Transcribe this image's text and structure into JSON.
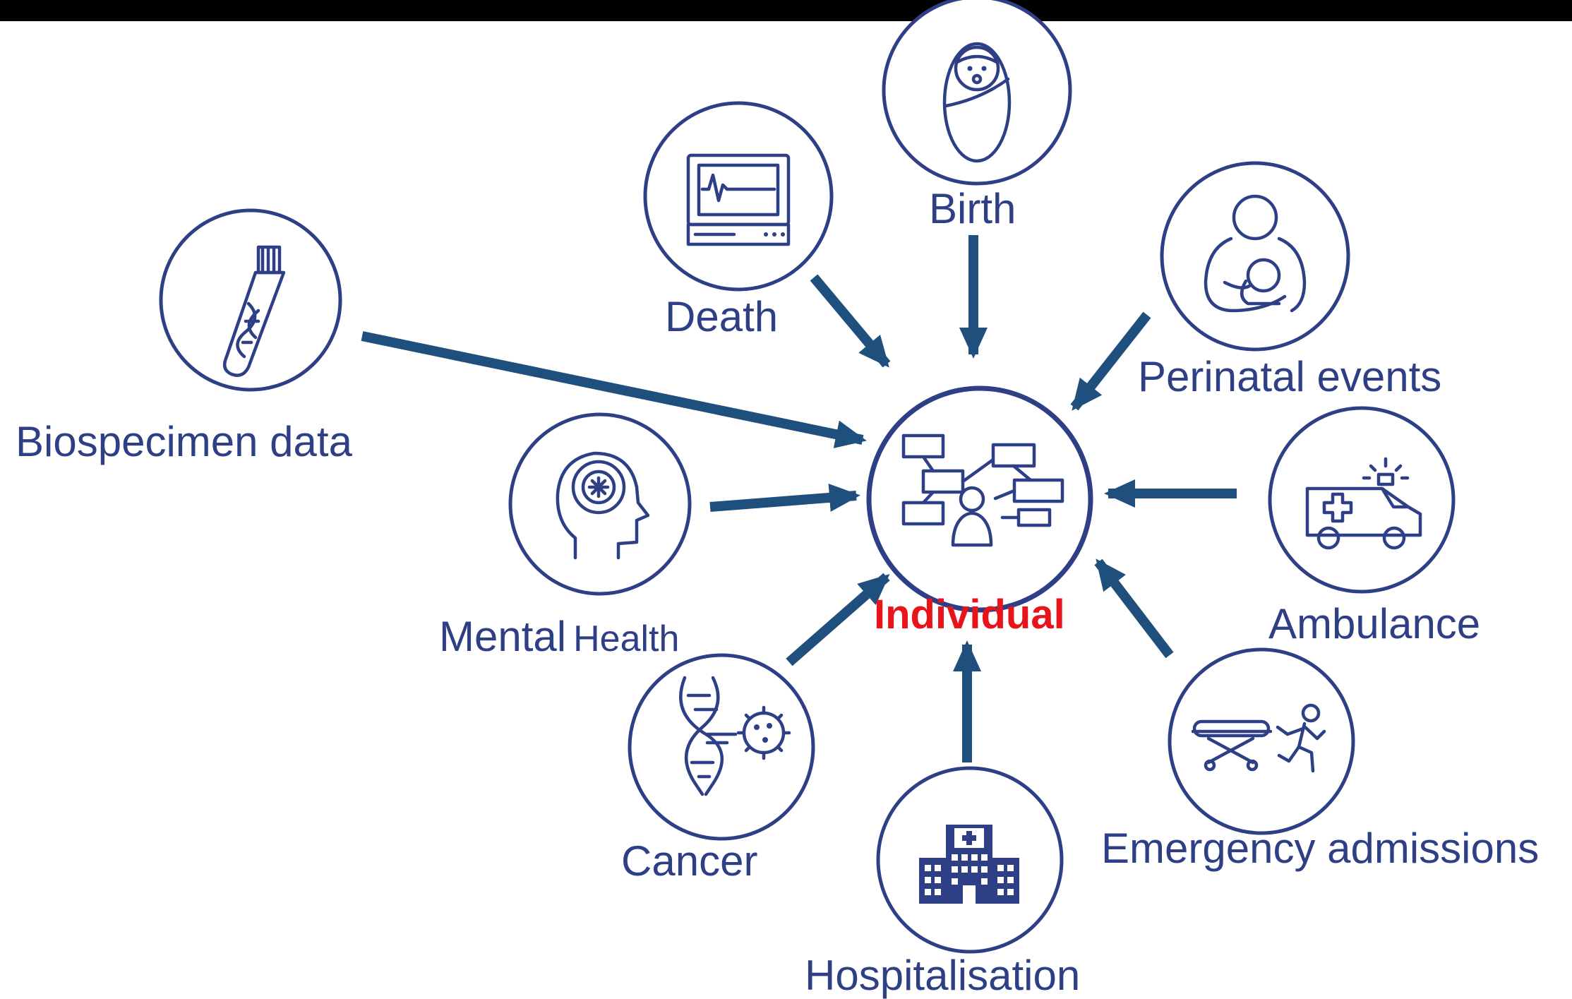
{
  "title": "",
  "center": {
    "label": "Individual",
    "icon": "data-network-person-icon"
  },
  "nodes": {
    "birth": {
      "label": "Birth",
      "icon": "swaddled-baby-icon"
    },
    "death": {
      "label": "Death",
      "icon": "heart-monitor-icon"
    },
    "perinatal": {
      "label": "Perinatal events",
      "icon": "mother-holding-baby-icon"
    },
    "biospecimen": {
      "label": "Biospecimen data",
      "icon": "dna-test-tube-icon"
    },
    "mental_health": {
      "label_main": "Mental",
      "label_small": "Health",
      "icon": "head-brain-icon"
    },
    "ambulance": {
      "label": "Ambulance",
      "icon": "ambulance-icon"
    },
    "emergency": {
      "label": "Emergency admissions",
      "icon": "stretcher-runner-icon"
    },
    "cancer": {
      "label": "Cancer",
      "icon": "dna-cancer-cell-icon"
    },
    "hospitalisation": {
      "label": "Hospitalisation",
      "icon": "hospital-building-icon"
    }
  },
  "colors": {
    "primary": "#2e3f86",
    "arrow": "#1f4f7c",
    "highlight": "#e8141c"
  }
}
